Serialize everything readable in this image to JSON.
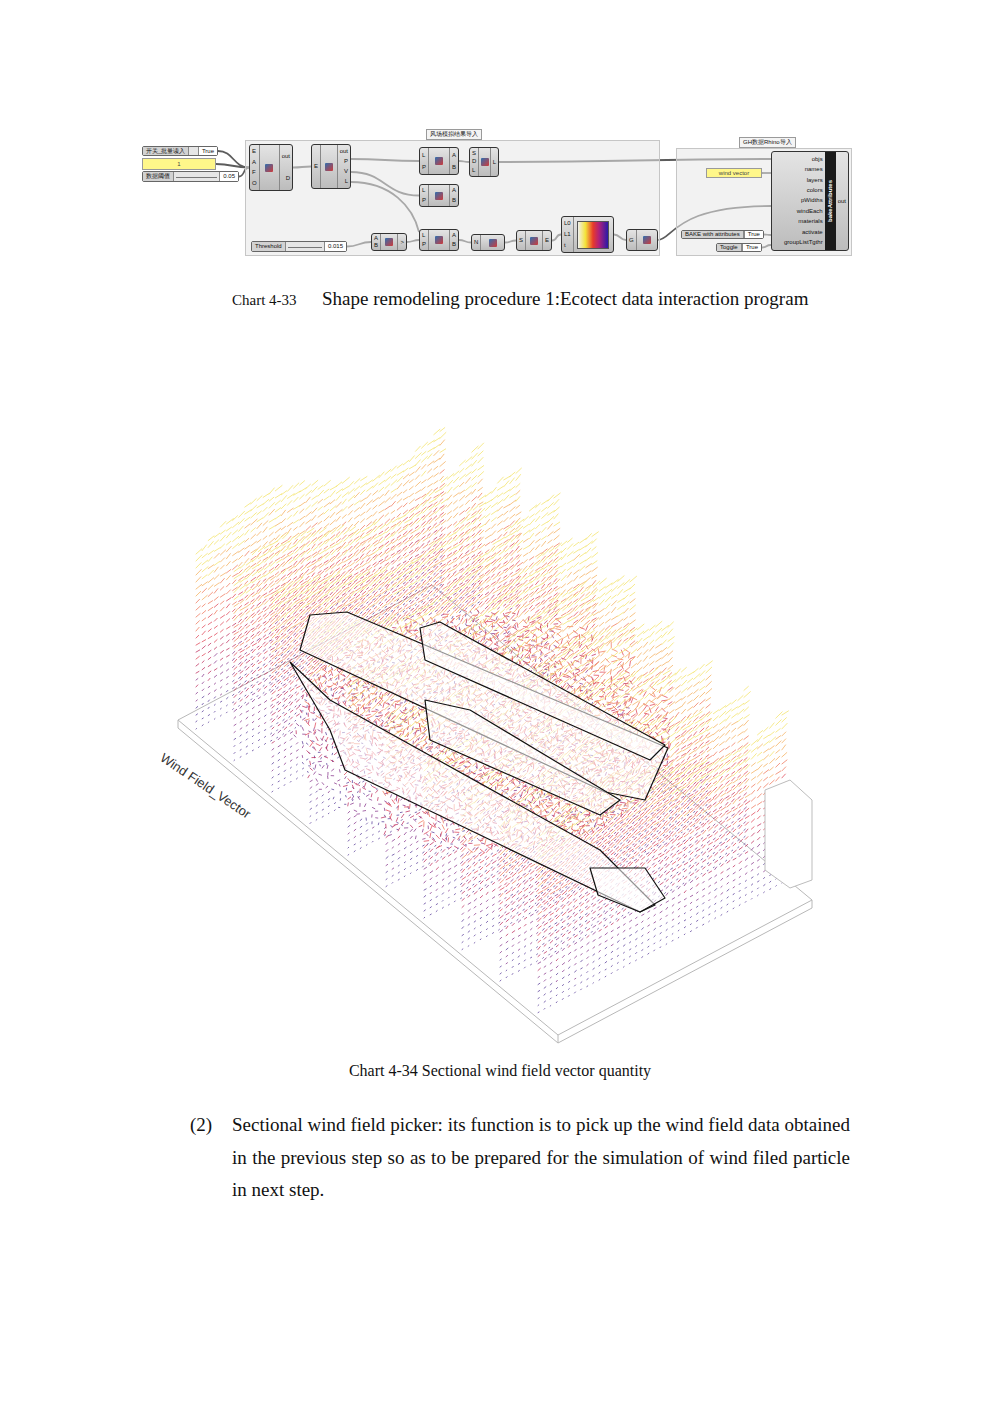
{
  "diagram": {
    "nodes": [
      {
        "text": [
          "开关_批量读入",
          "True"
        ]
      },
      {
        "text": [
          "1"
        ]
      },
      {
        "text": [
          "数据阈值",
          "0.05"
        ]
      },
      {
        "text": [
          "风场模拟结果导入"
        ]
      },
      {
        "text": [
          "E",
          "A",
          "F",
          "O",
          "out",
          "D"
        ],
        "in": 3
      },
      {
        "text": [
          "E",
          "out",
          "P",
          "V",
          "L"
        ],
        "in": 3
      },
      {
        "text": [
          "L",
          "P",
          "A",
          "B"
        ],
        "in": 3
      },
      {
        "text": [
          "S",
          "D",
          "L",
          "L"
        ],
        "in": 3
      },
      {
        "text": [
          "L",
          "P",
          "A",
          "B"
        ],
        "in": 3
      },
      {
        "text": [
          "Threshold",
          "0.015"
        ],
        "in": 3
      },
      {
        "text": [
          "A",
          "B",
          ">"
        ],
        "in": 3
      },
      {
        "text": [
          "L",
          "P",
          "A",
          "B"
        ],
        "in": 3
      },
      {
        "text": [
          "N"
        ],
        "in": 3
      },
      {
        "text": [
          "S",
          "E"
        ],
        "in": 3
      },
      {
        "text": [
          "L0",
          "L1",
          "t"
        ],
        "in": 3
      },
      {
        "text": [
          "G"
        ],
        "in": 3
      },
      {
        "text": [
          "GH数据Rhino导入"
        ]
      },
      {
        "text": [
          "wind vector"
        ],
        "in": 16
      },
      {
        "text": [
          "objs",
          "names",
          "layers",
          "colors",
          "pWidths",
          "windEach",
          "materials",
          "activate",
          "groupListTgthr",
          "bakeAttributes",
          "out"
        ],
        "in": 16
      },
      {
        "text": [
          "BAKE with attributes",
          "True"
        ],
        "in": 16
      },
      {
        "text": [
          "Toggle",
          "True"
        ],
        "in": 16
      }
    ],
    "edges": [
      {
        "from": 0,
        "to": 4,
        "arrow": "none"
      },
      {
        "from": 1,
        "to": 4,
        "arrow": "none"
      },
      {
        "from": 2,
        "to": 4,
        "arrow": "none"
      },
      {
        "from": 4,
        "to": 5,
        "arrow": "none"
      },
      {
        "from": 5,
        "to": 6,
        "arrow": "none"
      },
      {
        "from": 5,
        "to": 8,
        "arrow": "none"
      },
      {
        "from": 5,
        "to": 11,
        "arrow": "none"
      },
      {
        "from": 6,
        "to": 7,
        "arrow": "none"
      },
      {
        "from": 7,
        "to": 18,
        "arrow": "none"
      },
      {
        "from": 9,
        "to": 10,
        "arrow": "none"
      },
      {
        "from": 10,
        "to": 11,
        "arrow": "none"
      },
      {
        "from": 11,
        "to": 12,
        "arrow": "none"
      },
      {
        "from": 12,
        "to": 13,
        "arrow": "none"
      },
      {
        "from": 13,
        "to": 14,
        "arrow": "none"
      },
      {
        "from": 14,
        "to": 15,
        "arrow": "none"
      },
      {
        "from": 15,
        "to": 18,
        "arrow": "none"
      },
      {
        "from": 17,
        "to": 18,
        "arrow": "none"
      },
      {
        "from": 19,
        "to": 18,
        "arrow": "none"
      },
      {
        "from": 20,
        "to": 18,
        "arrow": "none"
      }
    ],
    "labels": [
      "Chart 4-33",
      "Shape remodeling procedure 1:Ecotect data interaction program",
      "Wind Field_Vector",
      "Chart 4-34 Sectional wind field vector quantity",
      "(2)",
      "Sectional wind field picker: its function is to pick up the wind field data obtained in the previous step so as to be prepared for the simulation of wind filed particle in next step."
    ]
  }
}
